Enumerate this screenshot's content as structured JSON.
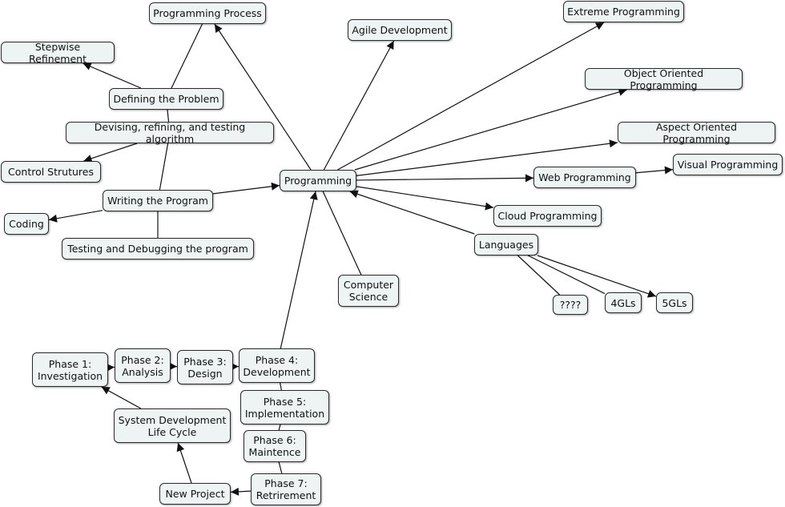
{
  "nodes": {
    "programming_process": "Programming Process",
    "stepwise_refinement": "Stepwise Refinement",
    "defining_problem": "Defining the Problem",
    "devising_algorithm": "Devising, refining, and testing algorithm",
    "control_structures": "Control Strutures",
    "writing_program": "Writing the Program",
    "coding": "Coding",
    "testing_debugging": "Testing and Debugging the program",
    "programming": "Programming",
    "agile": "Agile Development",
    "extreme": "Extreme Programming",
    "object_oriented": "Object Oriented Programming",
    "aspect_oriented": "Aspect Oriented Programming",
    "web": "Web Programming",
    "visual": "Visual Programming",
    "cloud": "Cloud Programming",
    "languages": "Languages",
    "unknown_gl": "????",
    "gl4": "4GLs",
    "gl5": "5GLs",
    "computer_science": "Computer\nScience",
    "phase1": "Phase 1:\nInvestigation",
    "phase2": "Phase 2:\nAnalysis",
    "phase3": "Phase 3:\nDesign",
    "phase4": "Phase 4:\nDevelopment",
    "phase5": "Phase 5:\nImplementation",
    "phase6": "Phase 6:\nMaintence",
    "phase7": "Phase 7:\nRetrirement",
    "sdlc": "System Development\nLife Cycle",
    "new_project": "New Project"
  },
  "edges": [
    {
      "from": "defining_problem",
      "to": "programming_process",
      "arrow": false
    },
    {
      "from": "defining_problem",
      "to": "stepwise_refinement",
      "arrow": true
    },
    {
      "from": "defining_problem",
      "to": "devising_algorithm",
      "arrow": false
    },
    {
      "from": "devising_algorithm",
      "to": "control_structures",
      "arrow": true
    },
    {
      "from": "devising_algorithm",
      "to": "writing_program",
      "arrow": false
    },
    {
      "from": "writing_program",
      "to": "coding",
      "arrow": true
    },
    {
      "from": "writing_program",
      "to": "testing_debugging",
      "arrow": false
    },
    {
      "from": "writing_program",
      "to": "programming",
      "arrow": true
    },
    {
      "from": "programming",
      "to": "programming_process",
      "arrow": true
    },
    {
      "from": "programming",
      "to": "agile",
      "arrow": true
    },
    {
      "from": "programming",
      "to": "extreme",
      "arrow": true
    },
    {
      "from": "programming",
      "to": "object_oriented",
      "arrow": true
    },
    {
      "from": "programming",
      "to": "aspect_oriented",
      "arrow": true
    },
    {
      "from": "programming",
      "to": "web",
      "arrow": true
    },
    {
      "from": "web",
      "to": "visual",
      "arrow": true
    },
    {
      "from": "programming",
      "to": "cloud",
      "arrow": true
    },
    {
      "from": "languages",
      "to": "programming",
      "arrow": true
    },
    {
      "from": "languages",
      "to": "unknown_gl",
      "arrow": false
    },
    {
      "from": "languages",
      "to": "gl4",
      "arrow": false
    },
    {
      "from": "languages",
      "to": "gl5",
      "arrow": true
    },
    {
      "from": "programming",
      "to": "computer_science",
      "arrow": false
    },
    {
      "from": "phase4",
      "to": "programming",
      "arrow": true
    },
    {
      "from": "phase1",
      "to": "phase2",
      "arrow": true
    },
    {
      "from": "phase2",
      "to": "phase3",
      "arrow": true
    },
    {
      "from": "phase3",
      "to": "phase4",
      "arrow": true
    },
    {
      "from": "phase4",
      "to": "phase5",
      "arrow": false
    },
    {
      "from": "phase5",
      "to": "phase6",
      "arrow": false
    },
    {
      "from": "phase6",
      "to": "phase7",
      "arrow": false
    },
    {
      "from": "phase7",
      "to": "new_project",
      "arrow": true
    },
    {
      "from": "new_project",
      "to": "sdlc",
      "arrow": true
    },
    {
      "from": "sdlc",
      "to": "phase1",
      "arrow": true
    }
  ]
}
